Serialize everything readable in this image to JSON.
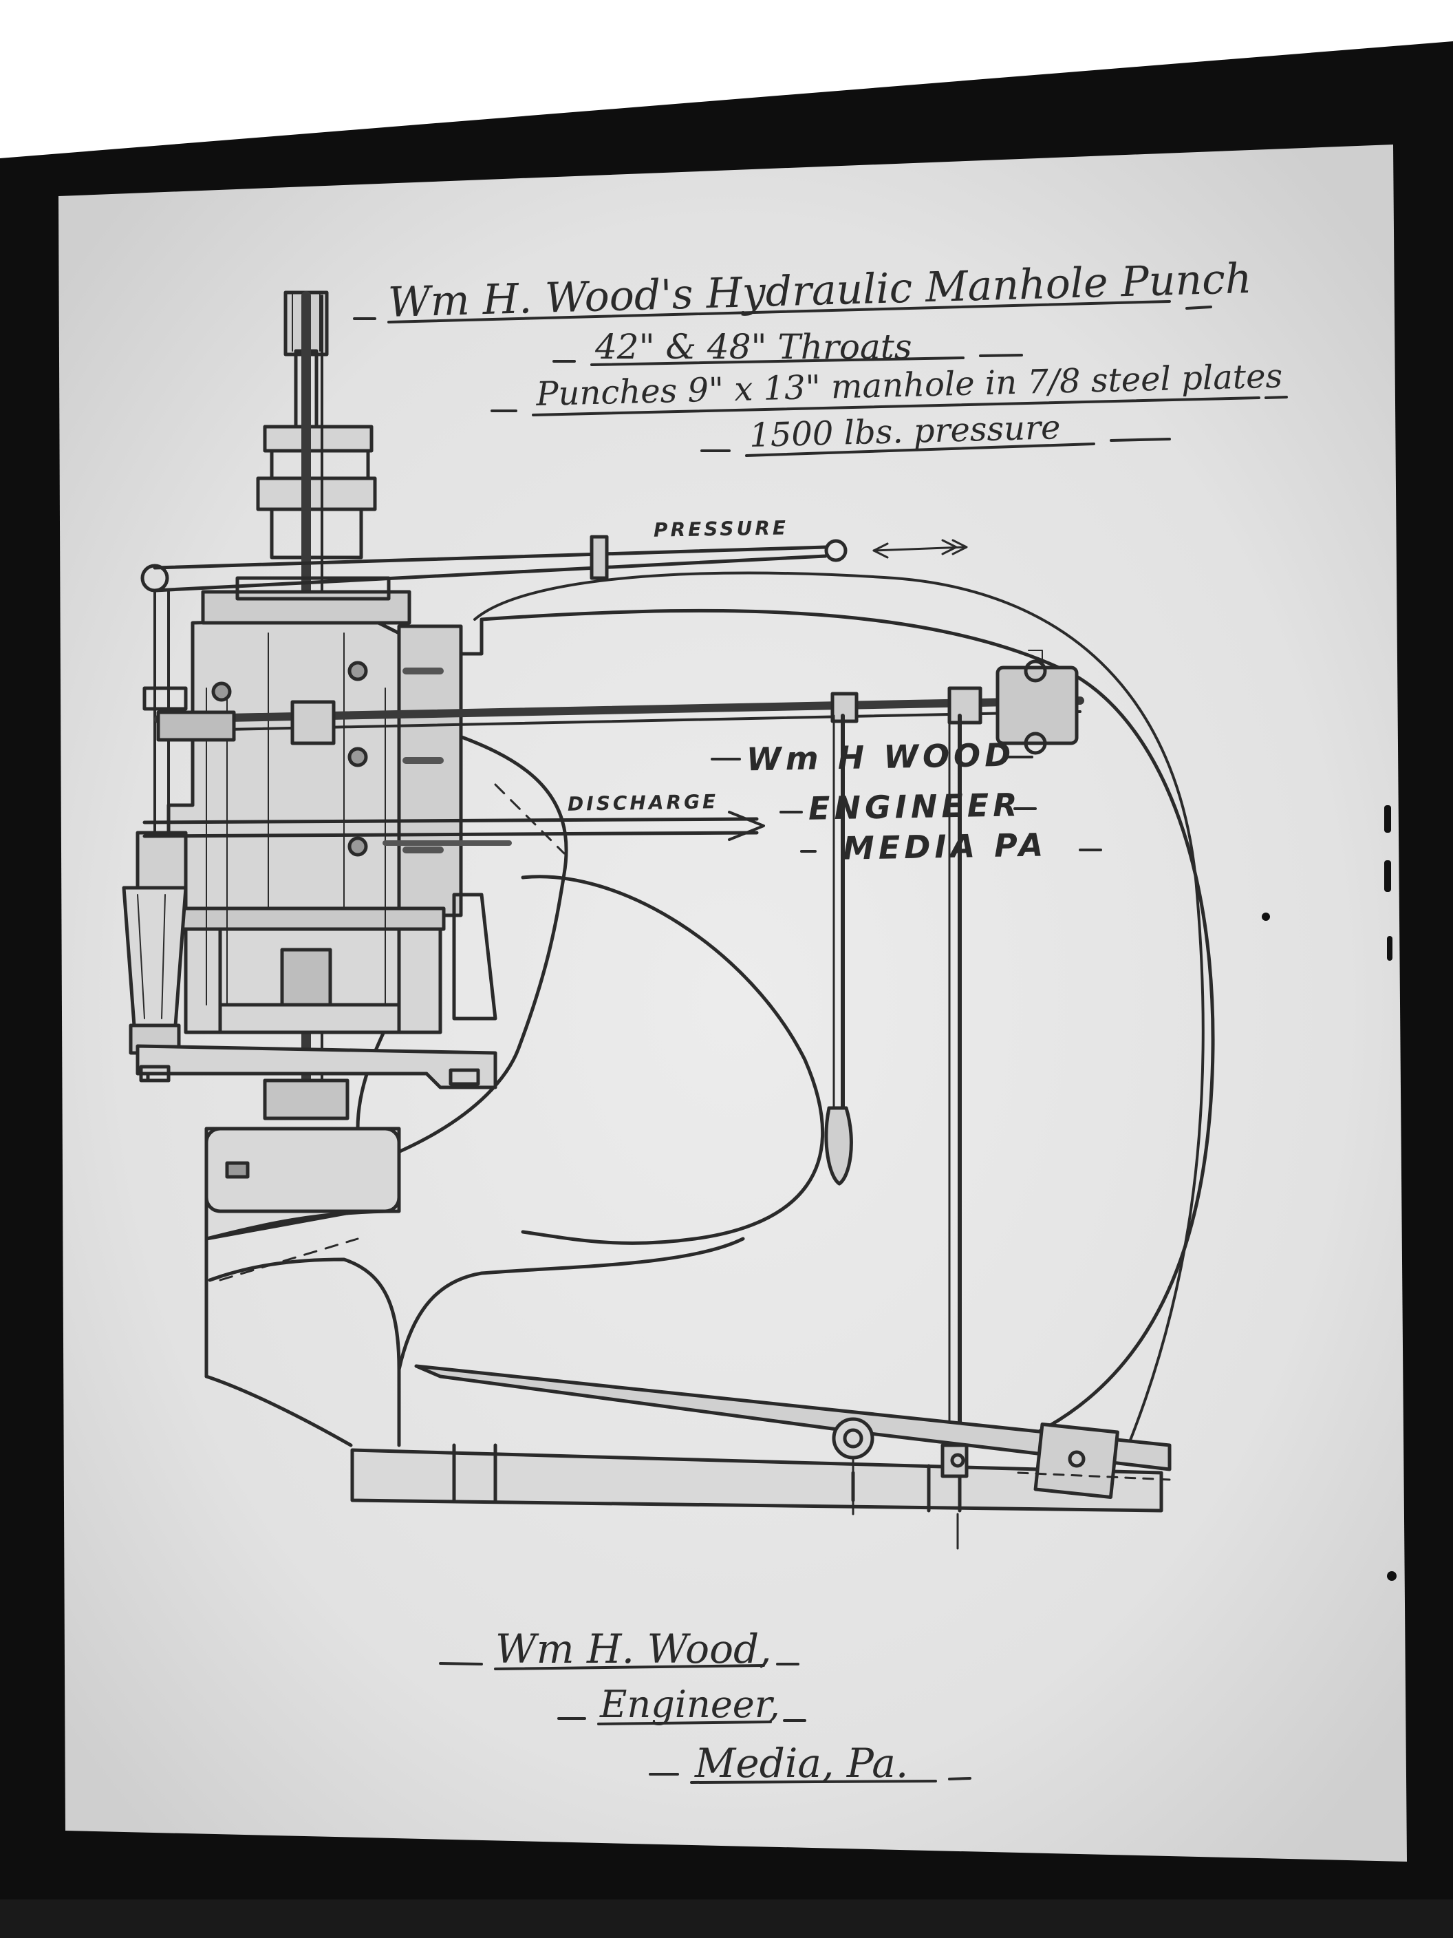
{
  "title_block": {
    "line1": "Wm H. Wood's Hydraulic Manhole Punch",
    "line2": "42\" & 48\" Throats",
    "line3": "Punches 9\" x 13\" manhole in 7/8 steel plates",
    "line4": "1500 lbs. pressure"
  },
  "labels": {
    "pressure": "PRESSURE",
    "discharge": "DISCHARGE"
  },
  "stamp": {
    "line1": "Wm H WOOD",
    "line2": "ENGINEER",
    "line3": "MEDIA PA"
  },
  "signature": {
    "line1": "Wm H. Wood,",
    "line2": "Engineer,",
    "line3": "Media, Pa."
  },
  "colors": {
    "paper": "#e4e4e4",
    "ink": "#2a2a2a",
    "border": "#0e0e0e"
  }
}
